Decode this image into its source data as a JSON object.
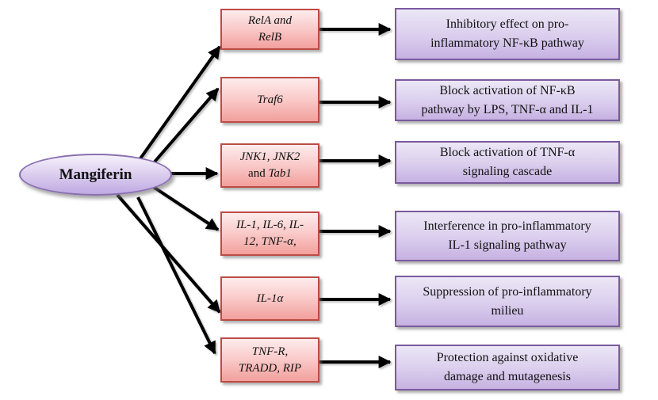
{
  "diagram": {
    "source_label": "Mangiferin",
    "rows": [
      {
        "target": "RelA and\nRelB",
        "effect": "Inhibitory effect on pro-\ninflammatory NF-κB pathway"
      },
      {
        "target": "Traf6",
        "effect": "Block activation of NF-κB\npathway by LPS, TNF-α and IL-1"
      },
      {
        "target_parts": {
          "italic1": "JNK1, JNK2",
          "plain": "\nand ",
          "italic2": "Tab1"
        },
        "effect": "Block activation of TNF-α\nsignaling cascade"
      },
      {
        "target": "IL-1, IL-6, IL-\n12, TNF-α,",
        "effect": "Interference in pro-inflammatory\nIL-1 signaling pathway"
      },
      {
        "target": "IL-1α",
        "effect": "Suppression of pro-inflammatory\nmilieu"
      },
      {
        "target": "TNF-R,\nTRADD, RIP",
        "effect": "Protection against oxidative\ndamage and mutagenesis"
      }
    ],
    "colors": {
      "gene_box_fill_top": "#fdecec",
      "gene_box_fill_bottom": "#f2a09c",
      "gene_box_border": "#bc4b45",
      "effect_box_fill_top": "#ece7f6",
      "effect_box_fill_bottom": "#c6b2e2",
      "effect_box_border": "#7a5a9e",
      "ellipse_fill_top": "#f6f2fc",
      "ellipse_fill_bottom": "#bfaae2",
      "ellipse_border": "#8a6fb0",
      "arrow": "#000000"
    }
  }
}
